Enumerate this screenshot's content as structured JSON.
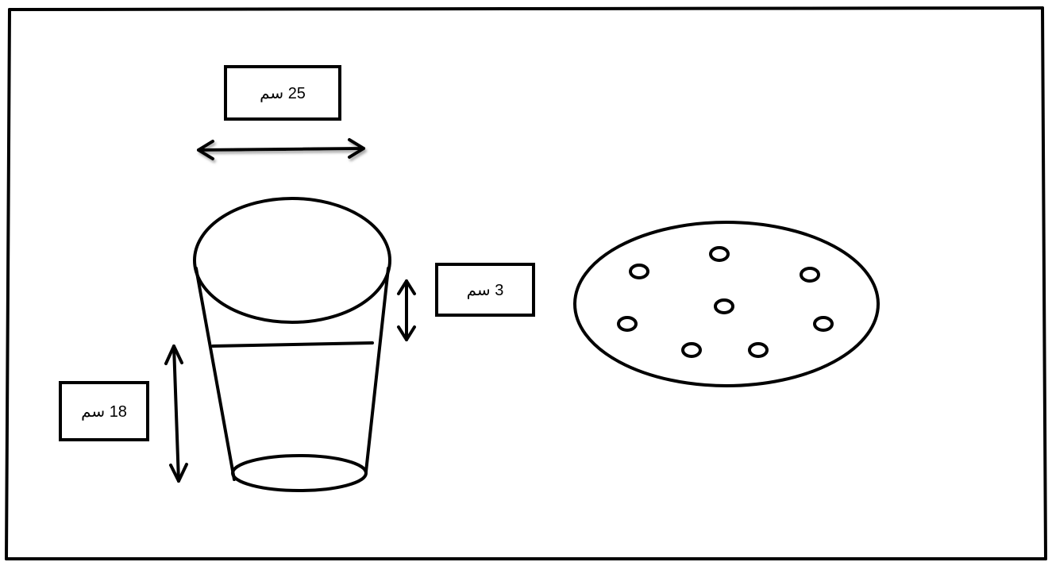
{
  "labels": {
    "top_width": "25 سم",
    "rim_height": "3 سم",
    "body_height": "18 سم"
  },
  "colors": {
    "ink": "#000000",
    "background": "#ffffff",
    "arrow_shadow": "#9e9e9e"
  },
  "icons": {
    "container": "cup-icon",
    "lid": "perforated-disc-icon"
  },
  "disc": {
    "hole_count": 8
  }
}
